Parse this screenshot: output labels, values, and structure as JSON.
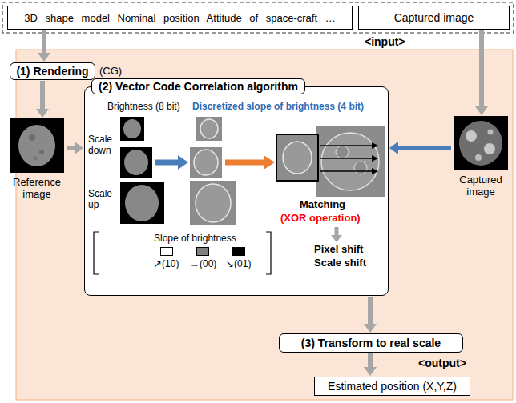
{
  "diagram": {
    "nodes": [
      {
        "text": [
          "3D shape model Nominal position Attitude of space-craft …"
        ]
      },
      {
        "text": [
          "Captured image"
        ]
      },
      {
        "text": [
          "(1) Rendering"
        ]
      },
      {
        "text": [
          "(2) Vector Code Correlation algorithm"
        ]
      },
      {
        "text": [
          "Reference image"
        ]
      },
      {
        "text": [
          "Captured image"
        ]
      },
      {
        "text": [
          "(3) Transform to real scale"
        ]
      },
      {
        "text": [
          "Estimated position (X,Y,Z)"
        ]
      }
    ],
    "edges": [
      {
        "from": 0,
        "to": 2,
        "arrow": "to"
      },
      {
        "from": 2,
        "to": 4,
        "arrow": "to"
      },
      {
        "from": 1,
        "to": 5,
        "arrow": "to"
      },
      {
        "from": 4,
        "to": 3,
        "arrow": "to"
      },
      {
        "from": 5,
        "to": 3,
        "arrow": "to"
      },
      {
        "from": 3,
        "to": 6,
        "arrow": "to"
      },
      {
        "from": 6,
        "to": 7,
        "arrow": "to"
      }
    ],
    "labels": [
      "(CG)",
      "<input>",
      "Brightness (8 bit)",
      "Discretized slope of brightness (4 bit)",
      "Scale down",
      "Scale up",
      "Slope of brightness",
      "Matching",
      "(XOR operation)",
      "Pixel shift",
      "Scale shift",
      "<output>"
    ],
    "legend": [
      {
        "text": "↗(10)",
        "color": "#ffffff"
      },
      {
        "text": "→(00)",
        "color": "#808080"
      },
      {
        "text": "↘(01)",
        "color": "#000000"
      }
    ]
  }
}
